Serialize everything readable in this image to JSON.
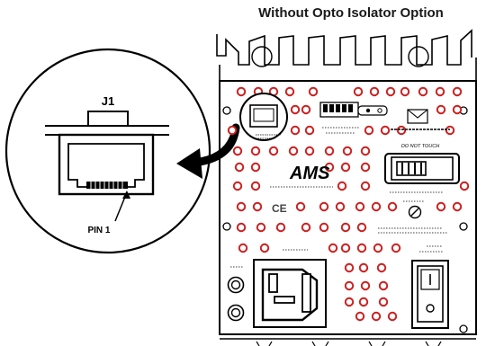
{
  "title": "Without Opto Isolator Option",
  "callout": {
    "connector_label": "J1",
    "pin_label": "PIN 1"
  },
  "board": {
    "logo_text": "AMS",
    "ce_mark": "CE",
    "warning_text": "DO NOT TOUCH"
  },
  "colors": {
    "line": "#000000",
    "hole_ring": "#cc2020",
    "background": "#ffffff"
  },
  "icons": [
    "envelope-icon",
    "arrow-icon",
    "rj45-jack-icon",
    "power-inlet-icon",
    "rocker-switch-icon"
  ]
}
